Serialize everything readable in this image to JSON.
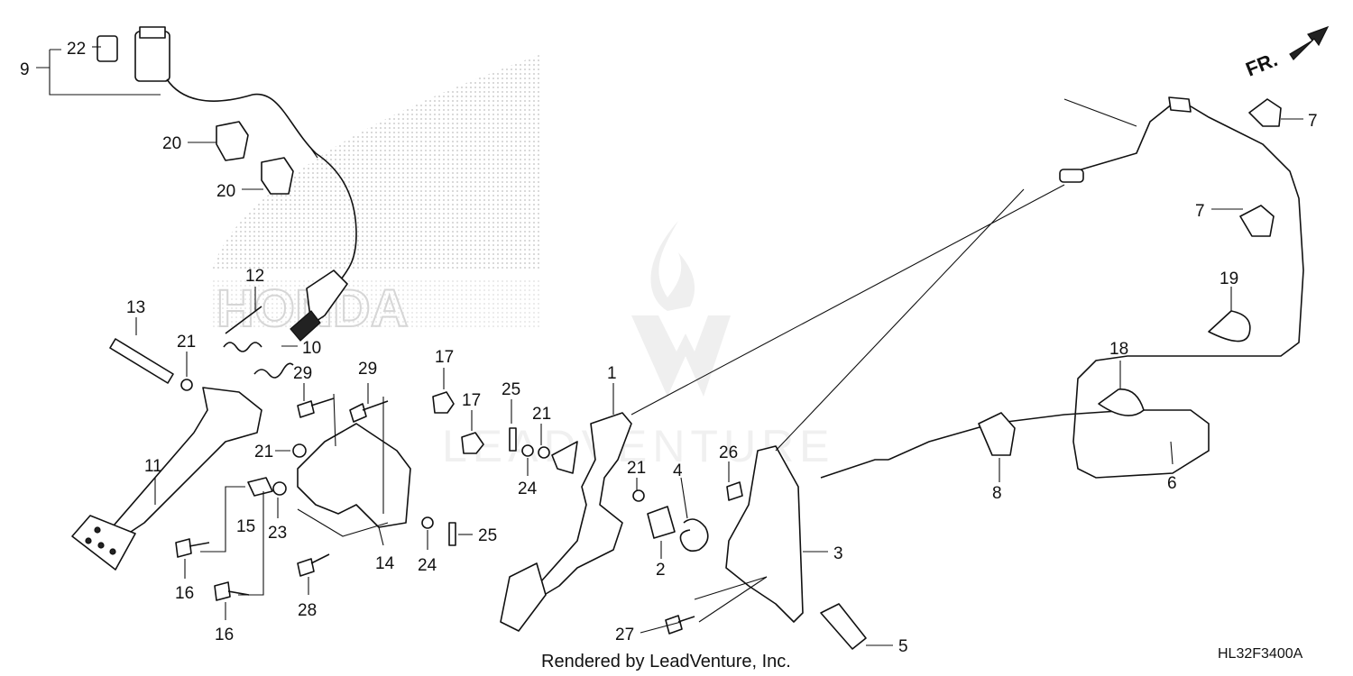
{
  "direction_label": "FR.",
  "footer_caption": "Rendered by LeadVenture, Inc.",
  "diagram_code": "HL32F3400A",
  "watermark_brand_text": "HONDA",
  "watermark_company_text": "LEADVENTURE",
  "colors": {
    "ink": "#111111",
    "watermark": "#d6d6d6"
  },
  "callouts": [
    {
      "id": "c9",
      "label": "9"
    },
    {
      "id": "c22",
      "label": "22"
    },
    {
      "id": "c20a",
      "label": "20"
    },
    {
      "id": "c20b",
      "label": "20"
    },
    {
      "id": "c12",
      "label": "12"
    },
    {
      "id": "c10",
      "label": "10"
    },
    {
      "id": "c13",
      "label": "13"
    },
    {
      "id": "c21a",
      "label": "21"
    },
    {
      "id": "c11",
      "label": "11"
    },
    {
      "id": "c15",
      "label": "15"
    },
    {
      "id": "c23",
      "label": "23"
    },
    {
      "id": "c16a",
      "label": "16"
    },
    {
      "id": "c16b",
      "label": "16"
    },
    {
      "id": "c29a",
      "label": "29"
    },
    {
      "id": "c29b",
      "label": "29"
    },
    {
      "id": "c21b",
      "label": "21"
    },
    {
      "id": "c14",
      "label": "14"
    },
    {
      "id": "c28",
      "label": "28"
    },
    {
      "id": "c17a",
      "label": "17"
    },
    {
      "id": "c17b",
      "label": "17"
    },
    {
      "id": "c25a",
      "label": "25"
    },
    {
      "id": "c21c",
      "label": "21"
    },
    {
      "id": "c24a",
      "label": "24"
    },
    {
      "id": "c24b",
      "label": "24"
    },
    {
      "id": "c25b",
      "label": "25"
    },
    {
      "id": "c1",
      "label": "1"
    },
    {
      "id": "c21d",
      "label": "21"
    },
    {
      "id": "c4",
      "label": "4"
    },
    {
      "id": "c2",
      "label": "2"
    },
    {
      "id": "c26",
      "label": "26"
    },
    {
      "id": "c3",
      "label": "3"
    },
    {
      "id": "c27",
      "label": "27"
    },
    {
      "id": "c5",
      "label": "5"
    },
    {
      "id": "c7a",
      "label": "7"
    },
    {
      "id": "c7b",
      "label": "7"
    },
    {
      "id": "c19",
      "label": "19"
    },
    {
      "id": "c18",
      "label": "18"
    },
    {
      "id": "c8",
      "label": "8"
    },
    {
      "id": "c6",
      "label": "6"
    }
  ]
}
